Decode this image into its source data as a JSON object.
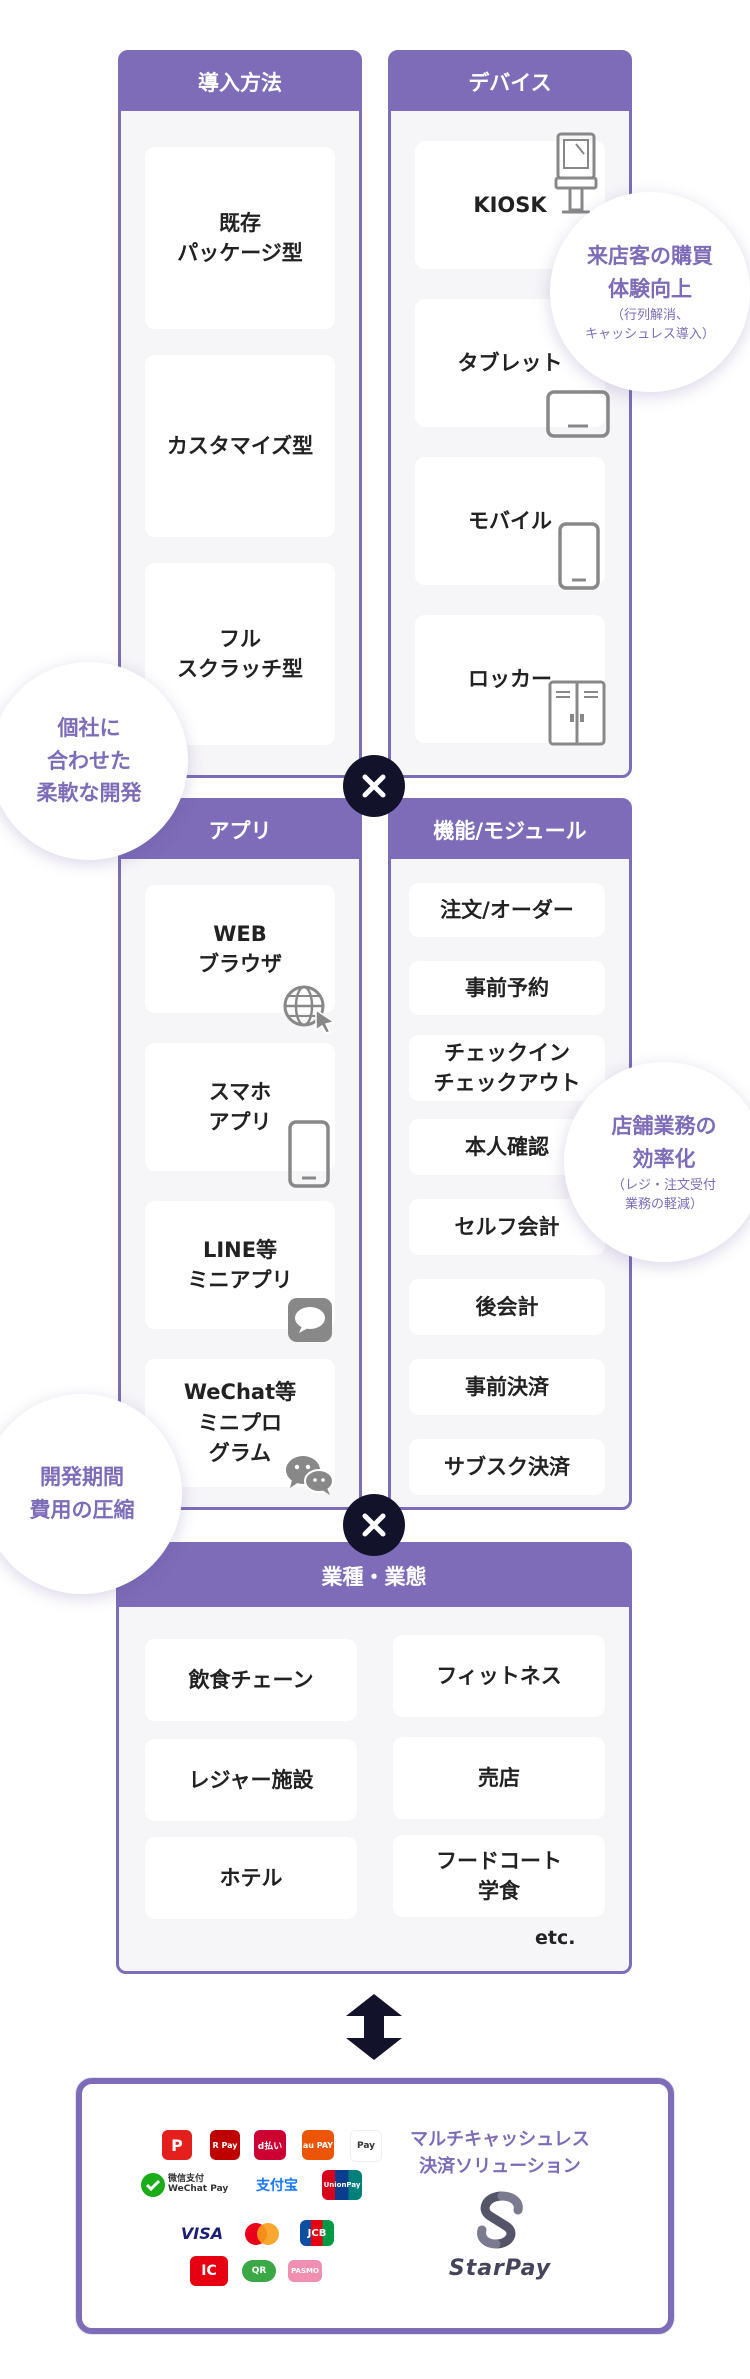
{
  "methods": {
    "title": "導入方法",
    "items": [
      "既存\nパッケージ型",
      "カスタマイズ型",
      "フル\nスクラッチ型"
    ]
  },
  "devices": {
    "title": "デバイス",
    "items": [
      "KIOSK",
      "タブレット",
      "モバイル",
      "ロッカー"
    ]
  },
  "apps": {
    "title": "アプリ",
    "items": [
      "WEB\nブラウザ",
      "スマホ\nアプリ",
      "LINE等\nミニアプリ",
      "WeChat等\nミニプロ\nグラム"
    ]
  },
  "modules": {
    "title": "機能/モジュール",
    "items": [
      "注文/オーダー",
      "事前予約",
      "チェックイン\nチェックアウト",
      "本人確認",
      "セルフ会計",
      "後会計",
      "事前決済",
      "サブスク決済"
    ]
  },
  "industries": {
    "title": "業種・業態",
    "items": [
      "飲食チェーン",
      "フィットネス",
      "レジャー施設",
      "売店",
      "ホテル",
      "フードコート\n学食"
    ],
    "etc": "etc."
  },
  "bubbles": {
    "customer": {
      "title": "来店客の購買\n体験向上",
      "sub": "（行列解消、\nキャッシュレス導入）"
    },
    "custom": {
      "title": "個社に\n合わせた\n柔軟な開発"
    },
    "efficiency": {
      "title": "店舗業務の\n効率化",
      "sub": "（レジ・注文受付\n業務の軽減）"
    },
    "cost": {
      "title": "開発期間\n費用の圧縮"
    }
  },
  "payment": {
    "title": "マルチキャッシュレス\n決済ソリューション",
    "brand": "StarPay",
    "logos": {
      "paypay": "P",
      "rpay": "R Pay",
      "dbarai": "d払い",
      "aupay": "au PAY",
      "merpay": "Pay",
      "wechat": "微信支付\nWeChat Pay",
      "alipay": "支付宝",
      "unionpay": "UnionPay",
      "visa": "VISA",
      "jcb": "JCB",
      "ic": "IC",
      "qrpay": "QR",
      "pasmo": "PASMO"
    }
  },
  "colors": {
    "accent": "#7e6cb8",
    "panel_bg": "#f6f5f8",
    "dark": "#12122a"
  }
}
